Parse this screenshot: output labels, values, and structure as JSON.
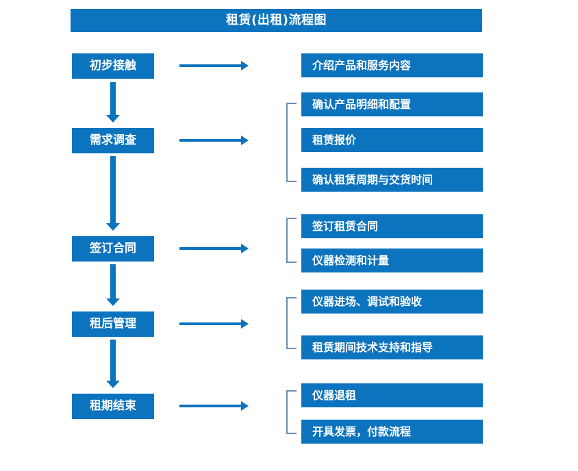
{
  "title": {
    "text": "租赁(出租)流程图"
  },
  "colors": {
    "box_fill": "#0C73BE",
    "box_text": "#FFFFFF",
    "arrow": "#0C73BE",
    "bracket": "#6C8EB5",
    "background": "#FFFFFF"
  },
  "stages": [
    {
      "label": "初步接触"
    },
    {
      "label": "需求调查"
    },
    {
      "label": "签订合同"
    },
    {
      "label": "租后管理"
    },
    {
      "label": "租期结束"
    }
  ],
  "details": [
    {
      "label": "介绍产品和服务内容"
    },
    {
      "label": "确认产品明细和配置"
    },
    {
      "label": "租赁报价"
    },
    {
      "label": "确认租赁周期与交货时间"
    },
    {
      "label": "签订租赁合同"
    },
    {
      "label": "仪器检测和计量"
    },
    {
      "label": "仪器进场、调试和验收"
    },
    {
      "label": "租赁期间技术支持和指导"
    },
    {
      "label": "仪器退租"
    },
    {
      "label": "开具发票，付款流程"
    }
  ],
  "groups": [
    {
      "stage": "需求调查",
      "details": [
        "确认产品明细和配置",
        "租赁报价",
        "确认租赁周期与交货时间"
      ]
    },
    {
      "stage": "签订合同",
      "details": [
        "签订租赁合同",
        "仪器检测和计量"
      ]
    },
    {
      "stage": "租后管理",
      "details": [
        "仪器进场、调试和验收",
        "租赁期间技术支持和指导"
      ]
    },
    {
      "stage": "租期结束",
      "details": [
        "仪器退租",
        "开具发票，付款流程"
      ]
    }
  ],
  "flow": [
    {
      "from": "初步接触",
      "to": "需求调查"
    },
    {
      "from": "需求调查",
      "to": "签订合同"
    },
    {
      "from": "签订合同",
      "to": "租后管理"
    },
    {
      "from": "租后管理",
      "to": "租期结束"
    }
  ]
}
